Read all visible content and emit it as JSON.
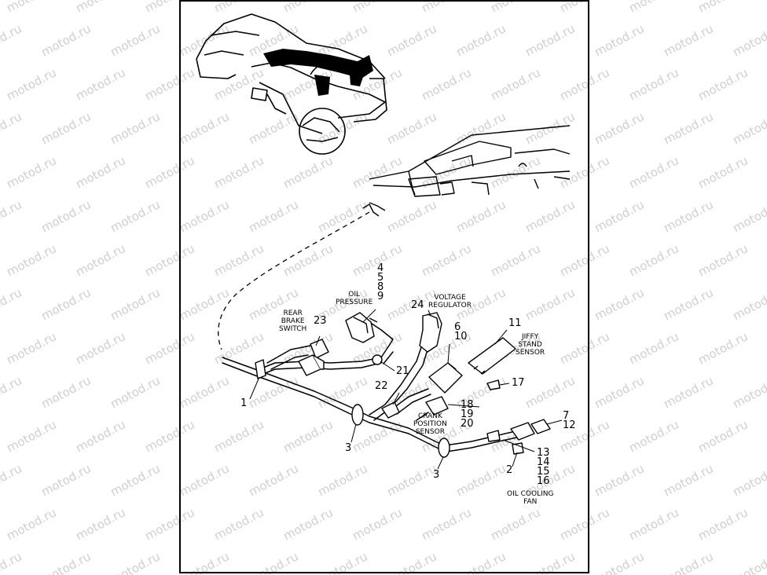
{
  "watermark": "motod.ru",
  "callouts": {
    "n1": "1",
    "n2": "2",
    "n3a": "3",
    "n3b": "3",
    "n11": "11",
    "n17": "17",
    "n21": "21",
    "n22": "22",
    "n23": "23",
    "n24": "24",
    "stack_4_9": [
      "4",
      "5",
      "8",
      "9"
    ],
    "stack_6_10": [
      "6",
      "10"
    ],
    "stack_18_20": [
      "18",
      "19",
      "20"
    ],
    "stack_7_12": [
      "7",
      "12"
    ],
    "stack_13_16": [
      "13",
      "14",
      "15",
      "16"
    ]
  },
  "captions": {
    "oil_pressure": [
      "OIL",
      "PRESSURE"
    ],
    "voltage_regulator": [
      "VOLTAGE",
      "REGULATOR"
    ],
    "rear_brake_switch": [
      "REAR",
      "BRAKE",
      "SWITCH"
    ],
    "jiffy_stand_sensor": [
      "JIFFY",
      "STAND",
      "SENSOR"
    ],
    "crank_position_sensor": [
      "CRANK",
      "POSITION",
      "SENSOR"
    ],
    "oil_cooling_fan": [
      "OIL COOLING",
      "FAN"
    ]
  }
}
